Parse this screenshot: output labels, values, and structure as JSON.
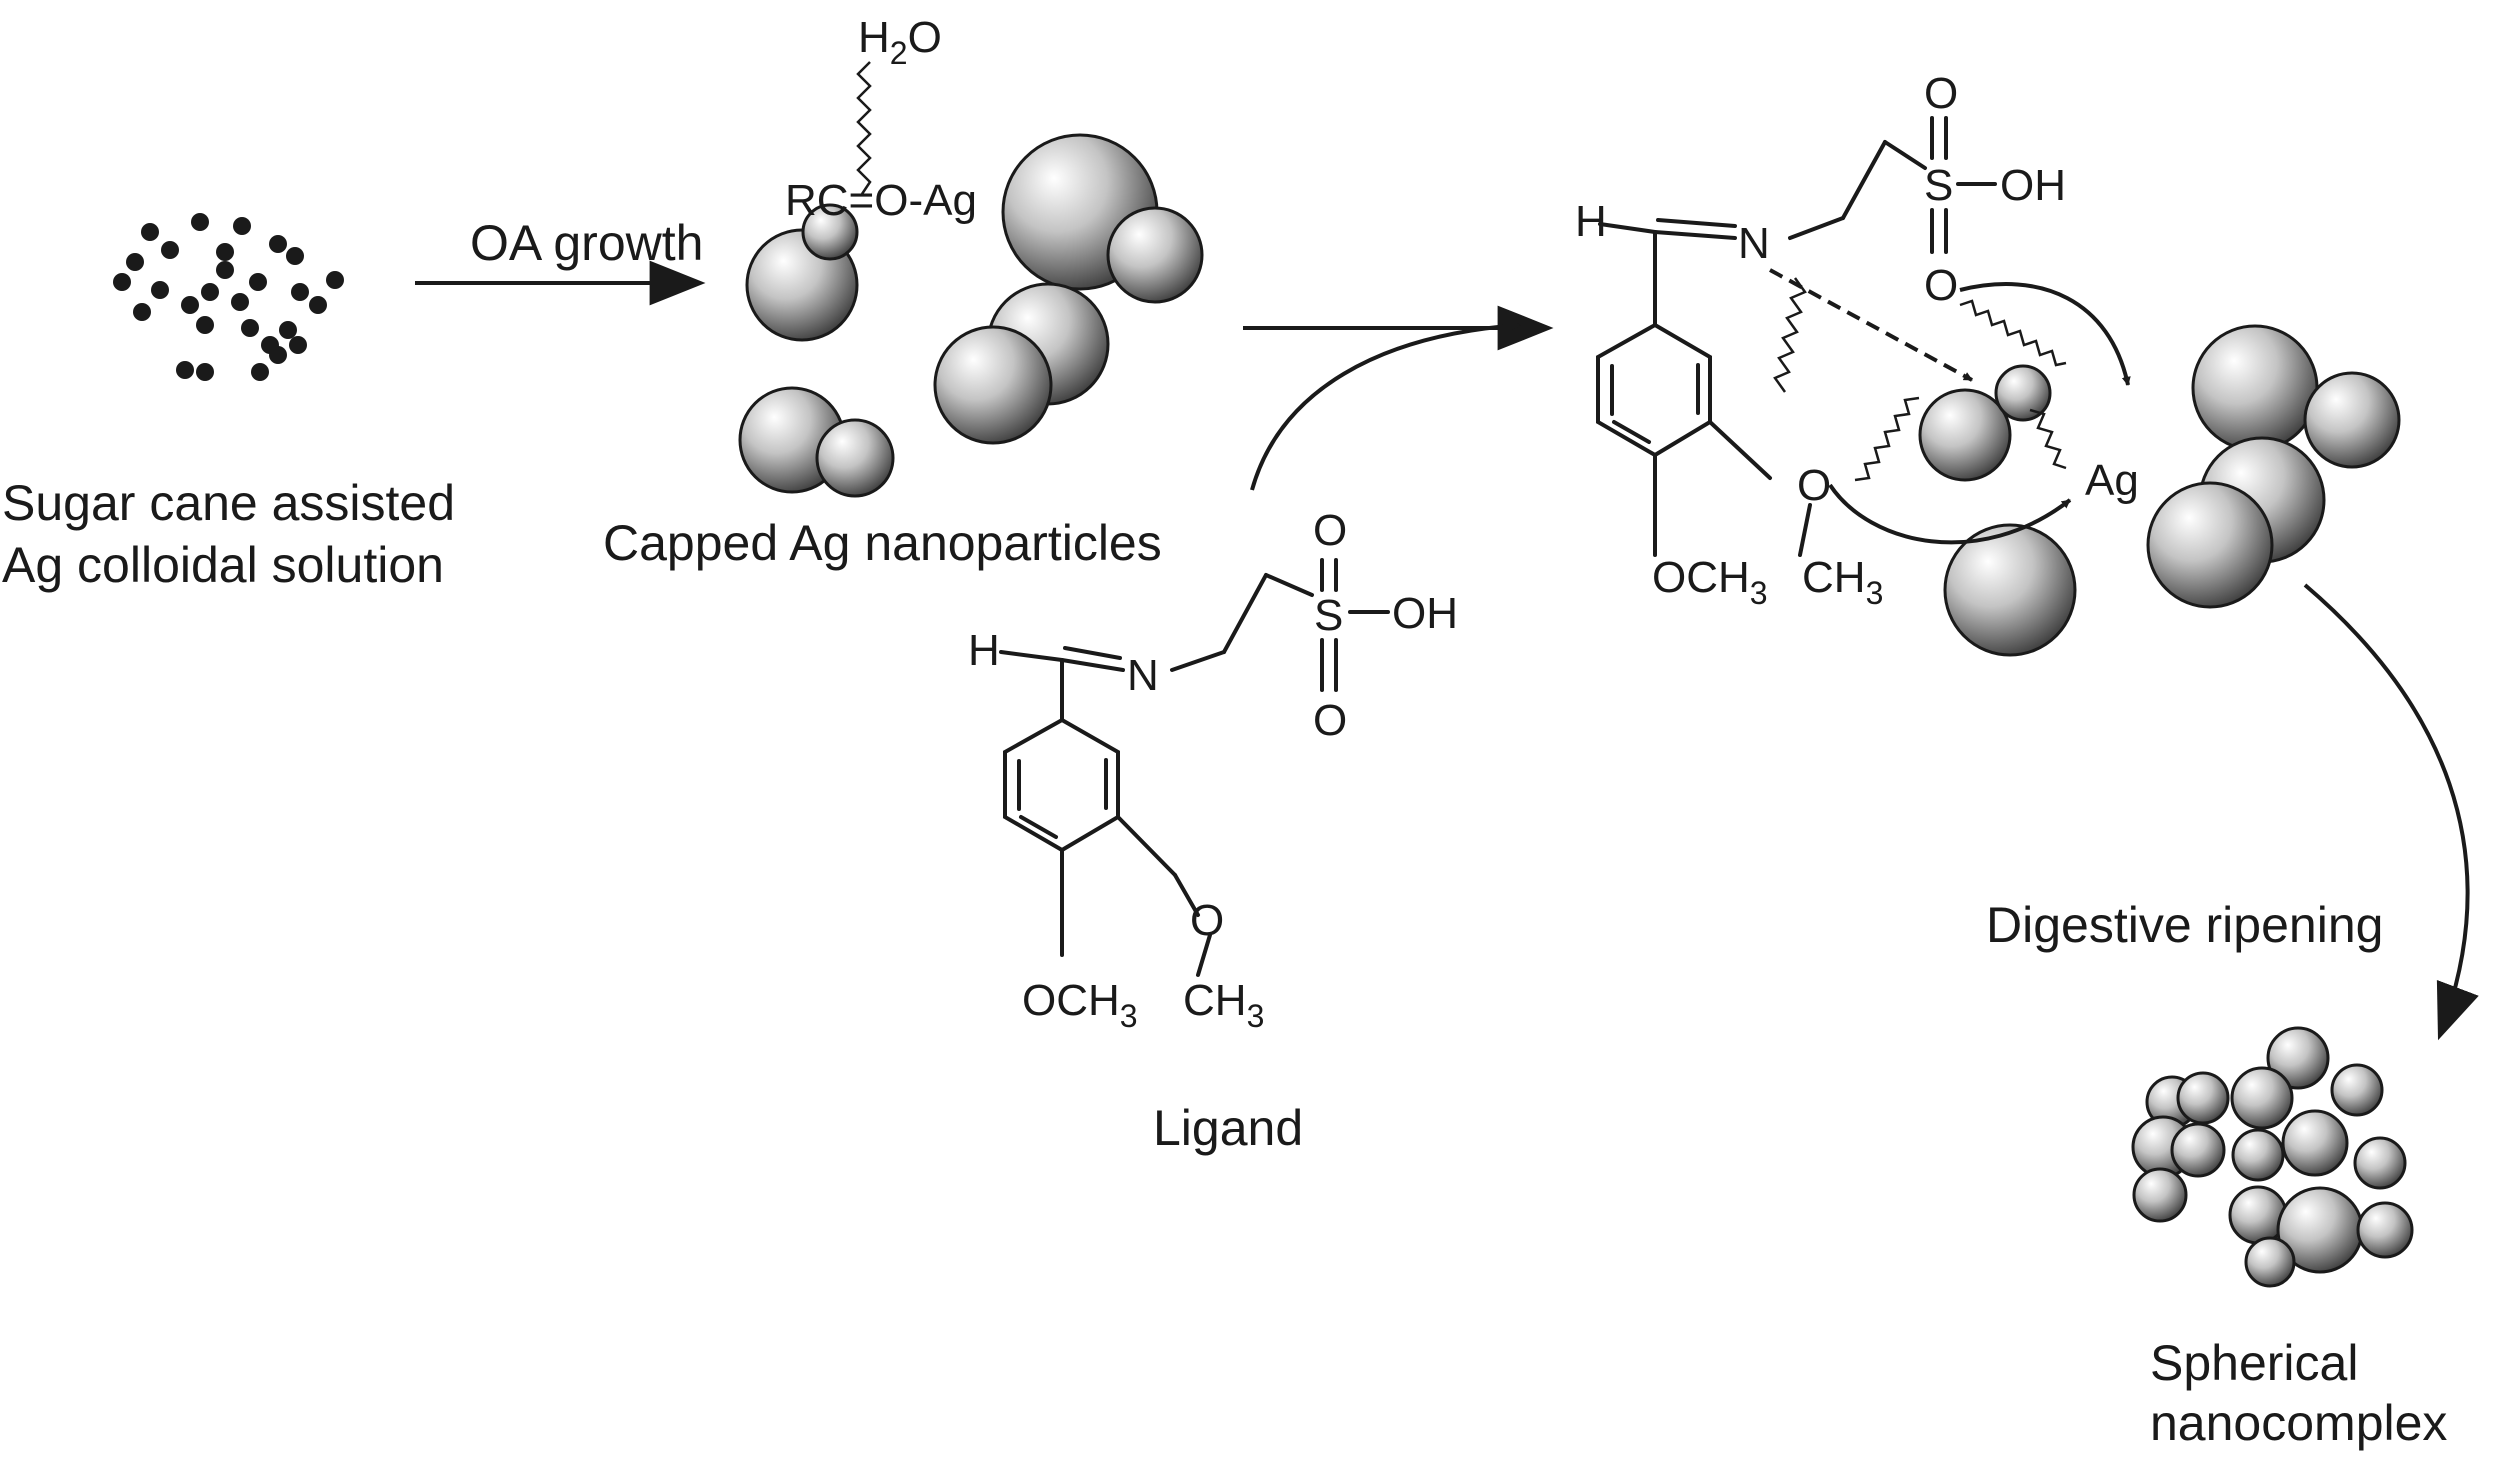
{
  "labels": {
    "sugar_line1": "Sugar cane assisted",
    "sugar_line2": "Ag colloidal solution",
    "oa_growth": "OA growth",
    "capped": "Capped Ag nanoparticles",
    "ligand": "Ligand",
    "digestive": "Digestive ripening",
    "spherical_line1": "Spherical",
    "spherical_line2": "nanocomplex"
  },
  "chem": {
    "h2o_h": "H",
    "h2o_sub": "2",
    "h2o_o": "O",
    "rc_o_ag": "RC=O-Ag",
    "ag": "Ag",
    "h": "H",
    "n": "N",
    "s": "S",
    "o": "O",
    "oh": "OH",
    "och": "OCH",
    "ch": "CH",
    "sub3": "3"
  },
  "colors": {
    "sphere_light": "#ffffff",
    "sphere_mid": "#bdbdbd",
    "sphere_dark": "#3a3a3a",
    "ink": "#1a1a1a"
  }
}
